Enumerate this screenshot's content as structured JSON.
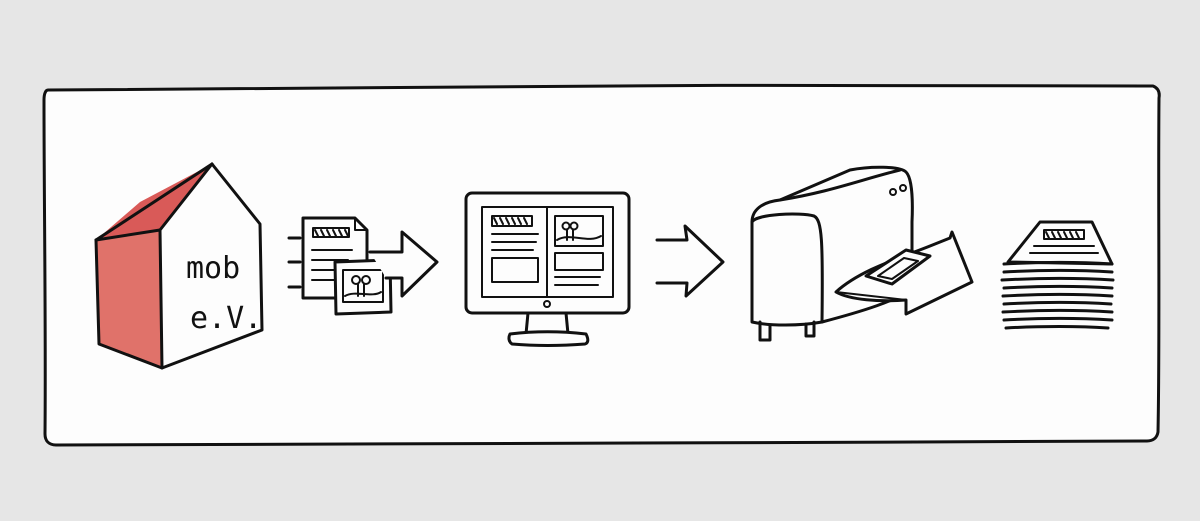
{
  "panel": {
    "background": "#fdfdfd",
    "page_background": "#e6e6e6",
    "stroke": "#111111"
  },
  "house": {
    "label_line1": "mob",
    "label_line2": "e.V.",
    "accent": "#e0726a",
    "roof_accent": "#d95a58"
  },
  "steps": [
    {
      "name": "organization",
      "icon": "house-icon"
    },
    {
      "name": "content",
      "icon": "documents-icon"
    },
    {
      "name": "layout",
      "icon": "monitor-icon"
    },
    {
      "name": "printing",
      "icon": "printer-icon"
    },
    {
      "name": "output",
      "icon": "paper-stack-icon"
    }
  ]
}
